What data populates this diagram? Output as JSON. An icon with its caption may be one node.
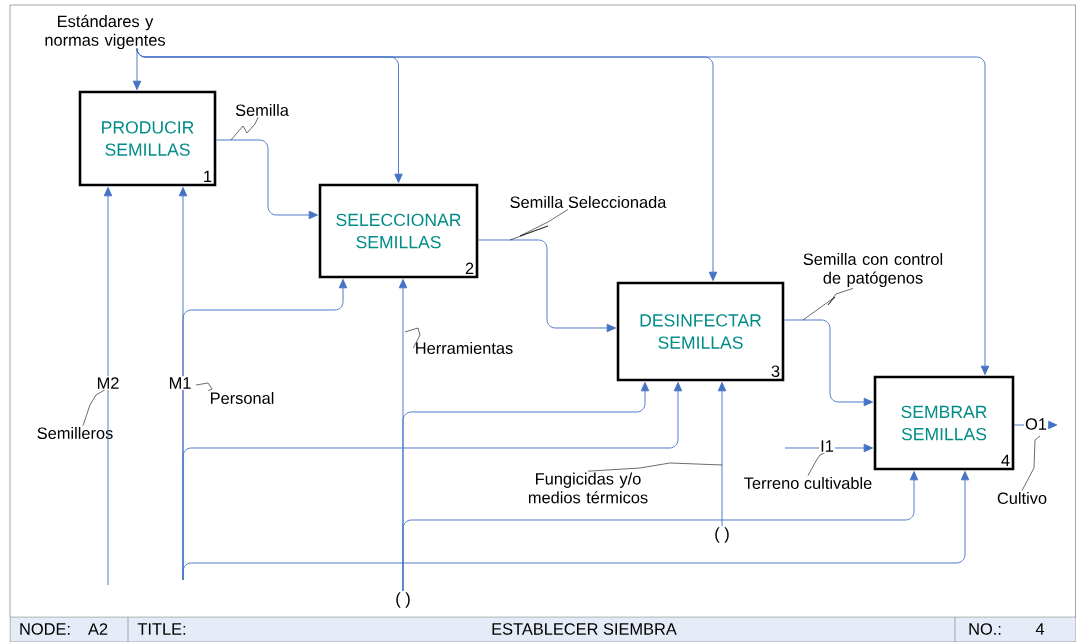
{
  "diagram": {
    "nodes": [
      {
        "text": [
          "Estándares y normas vigentes"
        ]
      },
      {
        "text": [
          "PRODUCIR SEMILLAS",
          "1"
        ]
      },
      {
        "text": [
          "SELECCIONAR SEMILLAS",
          "2"
        ]
      },
      {
        "text": [
          "DESINFECTAR SEMILLAS",
          "3"
        ]
      },
      {
        "text": [
          "SEMBRAR SEMILLAS",
          "4"
        ]
      },
      {
        "text": [
          "( )"
        ]
      },
      {
        "text": [
          "( )"
        ]
      },
      {
        "text": [
          "Semilla"
        ]
      },
      {
        "text": [
          "Semilla Seleccionada"
        ]
      },
      {
        "text": [
          "Semilla con control de patógenos"
        ]
      },
      {
        "text": [
          "Herramientas"
        ]
      },
      {
        "text": [
          "Semilleros"
        ]
      },
      {
        "text": [
          "Personal"
        ]
      },
      {
        "text": [
          "Fungicidas y/o medios térmicos"
        ]
      },
      {
        "text": [
          "Terreno cultivable"
        ]
      },
      {
        "text": [
          "Cultivo"
        ]
      }
    ],
    "edges": [
      {
        "from": 0,
        "to": 1,
        "arrow": "to"
      },
      {
        "from": 0,
        "to": 2,
        "arrow": "to"
      },
      {
        "from": 0,
        "to": 3,
        "arrow": "to"
      },
      {
        "from": 0,
        "to": 4,
        "arrow": "to"
      },
      {
        "from": 1,
        "to": 2,
        "arrow": "to"
      },
      {
        "from": 2,
        "to": 3,
        "arrow": "to"
      },
      {
        "from": 3,
        "to": 4,
        "arrow": "to"
      },
      {
        "from": null,
        "to": 1,
        "arrow": "to",
        "label": "M2"
      },
      {
        "from": null,
        "to": 1,
        "arrow": "to",
        "label": "M1"
      },
      {
        "from": null,
        "to": 2,
        "arrow": "to"
      },
      {
        "from": null,
        "to": 3,
        "arrow": "to"
      },
      {
        "from": null,
        "to": 4,
        "arrow": "to"
      },
      {
        "from": 5,
        "to": 2,
        "arrow": "to"
      },
      {
        "from": 5,
        "to": 3,
        "arrow": "to"
      },
      {
        "from": 5,
        "to": 4,
        "arrow": "to"
      },
      {
        "from": 6,
        "to": 3,
        "arrow": "to"
      },
      {
        "from": null,
        "to": 4,
        "arrow": "to",
        "label": "I1"
      },
      {
        "from": 4,
        "to": null,
        "arrow": "to",
        "label": "O1"
      },
      {
        "from": 7,
        "to": null,
        "arrow": "none",
        "color": "#000000"
      },
      {
        "from": 8,
        "to": null,
        "arrow": "none",
        "color": "#000000"
      },
      {
        "from": 9,
        "to": null,
        "arrow": "none",
        "color": "#000000"
      },
      {
        "from": 10,
        "to": null,
        "arrow": "none",
        "color": "#000000"
      },
      {
        "from": 11,
        "to": null,
        "arrow": "none",
        "color": "#000000"
      },
      {
        "from": 12,
        "to": null,
        "arrow": "none",
        "color": "#000000"
      },
      {
        "from": 13,
        "to": null,
        "arrow": "none",
        "color": "#000000"
      },
      {
        "from": 14,
        "to": null,
        "arrow": "none",
        "color": "#000000"
      },
      {
        "from": 15,
        "to": null,
        "arrow": "none",
        "color": "#000000"
      }
    ],
    "labels": [
      "NODE:",
      "A2",
      "TITLE:",
      "ESTABLECER SIEMBRA",
      "NO.:",
      "4"
    ]
  }
}
